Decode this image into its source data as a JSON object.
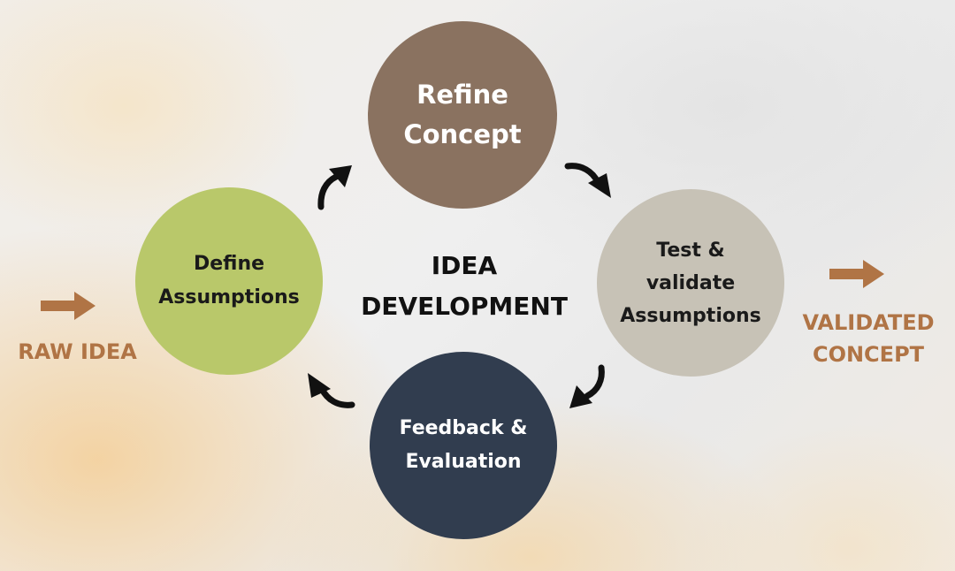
{
  "diagram": {
    "center_title": [
      "IDEA",
      "DEVELOPMENT"
    ],
    "input_label": "RAW IDEA",
    "output_label": [
      "VALIDATED",
      "CONCEPT"
    ],
    "stages": [
      {
        "id": "refine",
        "lines": [
          "Refine",
          "Concept"
        ]
      },
      {
        "id": "test",
        "lines": [
          "Test &",
          "validate",
          "Assumptions"
        ]
      },
      {
        "id": "feedback",
        "lines": [
          "Feedback &",
          "Evaluation"
        ]
      },
      {
        "id": "define",
        "lines": [
          "Define",
          "Assumptions"
        ]
      }
    ]
  },
  "colors": {
    "refine": "#8a7260",
    "test": "#c7c2b6",
    "feedback": "#313d4f",
    "define": "#b9c86a",
    "accent_arrow": "#b07445",
    "cycle_arrow": "#111111"
  }
}
